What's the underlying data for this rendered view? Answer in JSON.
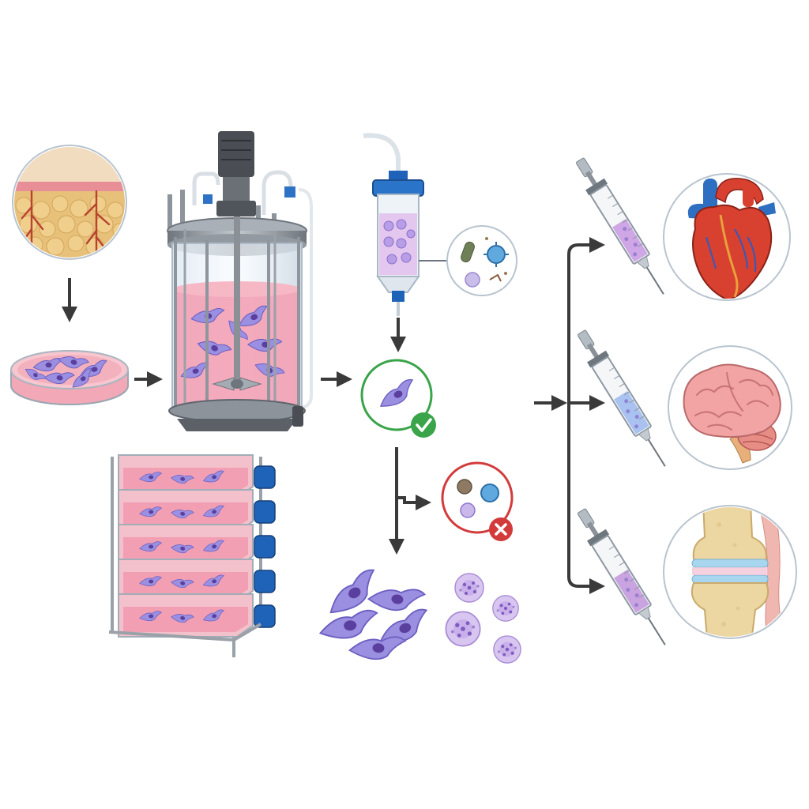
{
  "diagram": {
    "type": "stem-cell-therapy-workflow",
    "caption": "",
    "colors": {
      "background": "#ffffff",
      "arrow": "#3a3a3a",
      "tissue_yellow": "#e9c27a",
      "tissue_red": "#c8553d",
      "medium_pink": "#f4a9b8",
      "cell_purple": "#8f84d6",
      "cell_nucleus": "#5b3f9e",
      "steel": "#8e949b",
      "cap_blue": "#1f63b8",
      "pass_green": "#3aa44a",
      "fail_red": "#d33b3b",
      "heart_red": "#d8402f",
      "brain_pink": "#f0a4a4",
      "bone": "#ecd6a2",
      "cartilage": "#a9d6ef"
    },
    "steps": [
      {
        "name": "tissue-source",
        "icon": "skin-tissue-icon"
      },
      {
        "name": "cell-isolation",
        "icon": "petri-dish-icon"
      },
      {
        "name": "expansion-bioreactor",
        "icon": "bioreactor-icon"
      },
      {
        "name": "expansion-flask-stack",
        "icon": "cell-factory-icon"
      },
      {
        "name": "filtration",
        "icon": "filter-cartridge-icon"
      },
      {
        "name": "contaminants-removed",
        "icon": "contaminants-icon"
      },
      {
        "name": "quality-pass",
        "icon": "checkmark-icon"
      },
      {
        "name": "quality-fail",
        "icon": "cross-icon"
      },
      {
        "name": "final-product",
        "icon": "cell-population-icon"
      }
    ],
    "targets": [
      {
        "organ": "heart",
        "icon": "heart-icon",
        "syringe_fill": "#cfa6e6"
      },
      {
        "organ": "brain",
        "icon": "brain-icon",
        "syringe_fill": "#a9c2f0"
      },
      {
        "organ": "knee-joint",
        "icon": "knee-joint-icon",
        "syringe_fill": "#c9a4e0"
      }
    ]
  }
}
